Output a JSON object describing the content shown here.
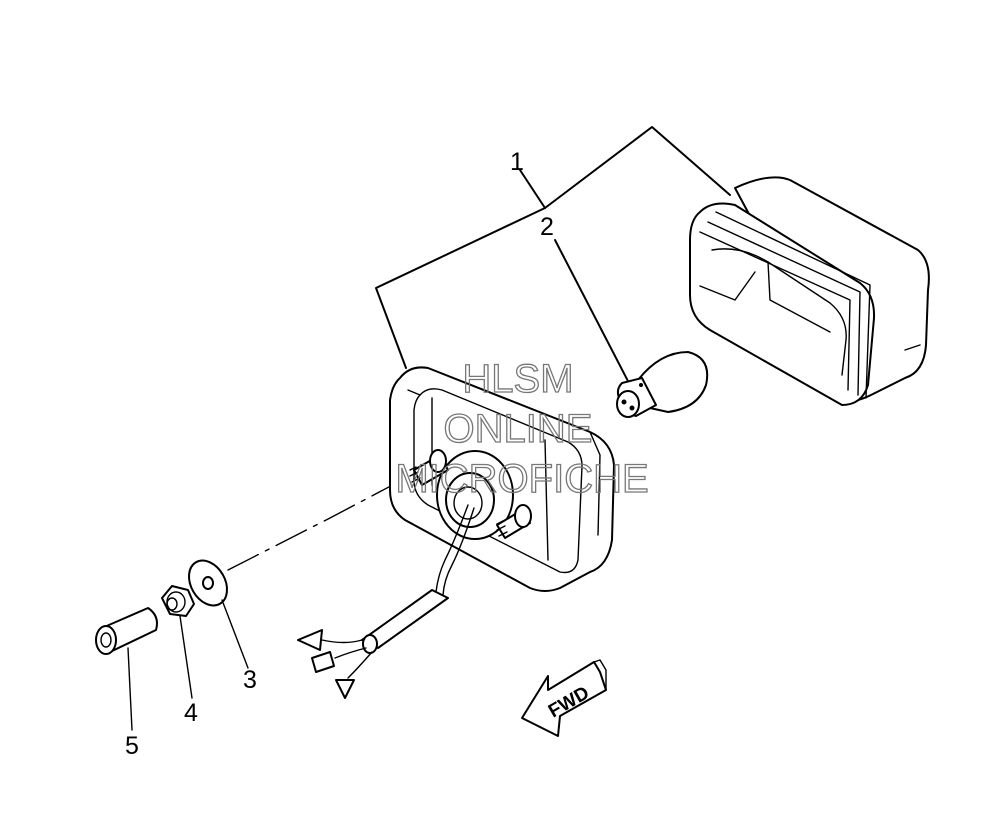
{
  "callouts": [
    {
      "id": "1",
      "label": "1"
    },
    {
      "id": "2",
      "label": "2"
    },
    {
      "id": "3",
      "label": "3"
    },
    {
      "id": "4",
      "label": "4"
    },
    {
      "id": "5",
      "label": "5"
    }
  ],
  "direction_arrow": {
    "label": "FWD"
  },
  "watermark": {
    "lines": [
      "HLSM",
      "ONLINE",
      "MICROFICHE"
    ]
  }
}
